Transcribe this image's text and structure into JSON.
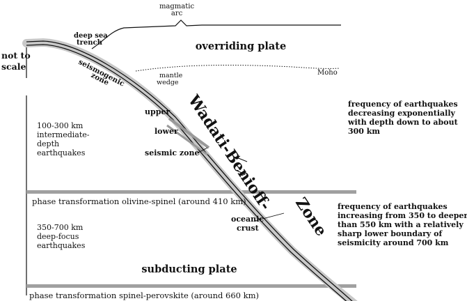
{
  "labels": {
    "magmatic": "magmatic",
    "arc": "arc",
    "deep_sea": "deep sea",
    "trench": "trench",
    "not_to": "not to",
    "scale": "scale",
    "overriding_plate": "overriding plate",
    "seismogenic": "seismogenic",
    "zone": "zone",
    "mantle": "mantle",
    "wedge": "wedge",
    "moho": "Moho",
    "wadati_benioff": "Wadati-Benioff-",
    "wb_zone": "Zone",
    "upper": "upper",
    "lower": "lower",
    "seismic_zone": "seismic zone",
    "intermediate_1": "100-300 km",
    "intermediate_2": "intermediate-",
    "intermediate_3": "depth",
    "intermediate_4": "earthquakes",
    "freq1_1": "frequency of earthquakes",
    "freq1_2": "decreasing exponentially",
    "freq1_3": "with depth down to about",
    "freq1_4": "300 km",
    "phase1": "phase transformation olivine-spinel (around 410 km)",
    "deep_1": "350-700 km",
    "deep_2": "deep-focus",
    "deep_3": "earthquakes",
    "oceanic": "oceanic",
    "crust": "crust",
    "freq2_1": "frequency of earthquakes",
    "freq2_2": "increasing from 350 to deeper",
    "freq2_3": "than 550 km with a relatively",
    "freq2_4": "sharp lower boundary of",
    "freq2_5": "seismicity around 700 km",
    "subducting_plate": "subducting plate",
    "phase2": "phase transformation spinel-perovskite (around 660 km)"
  },
  "colors": {
    "line": "#111111",
    "plate_shadow": "#c8c8c8",
    "boundary": "#a0a0a0"
  }
}
